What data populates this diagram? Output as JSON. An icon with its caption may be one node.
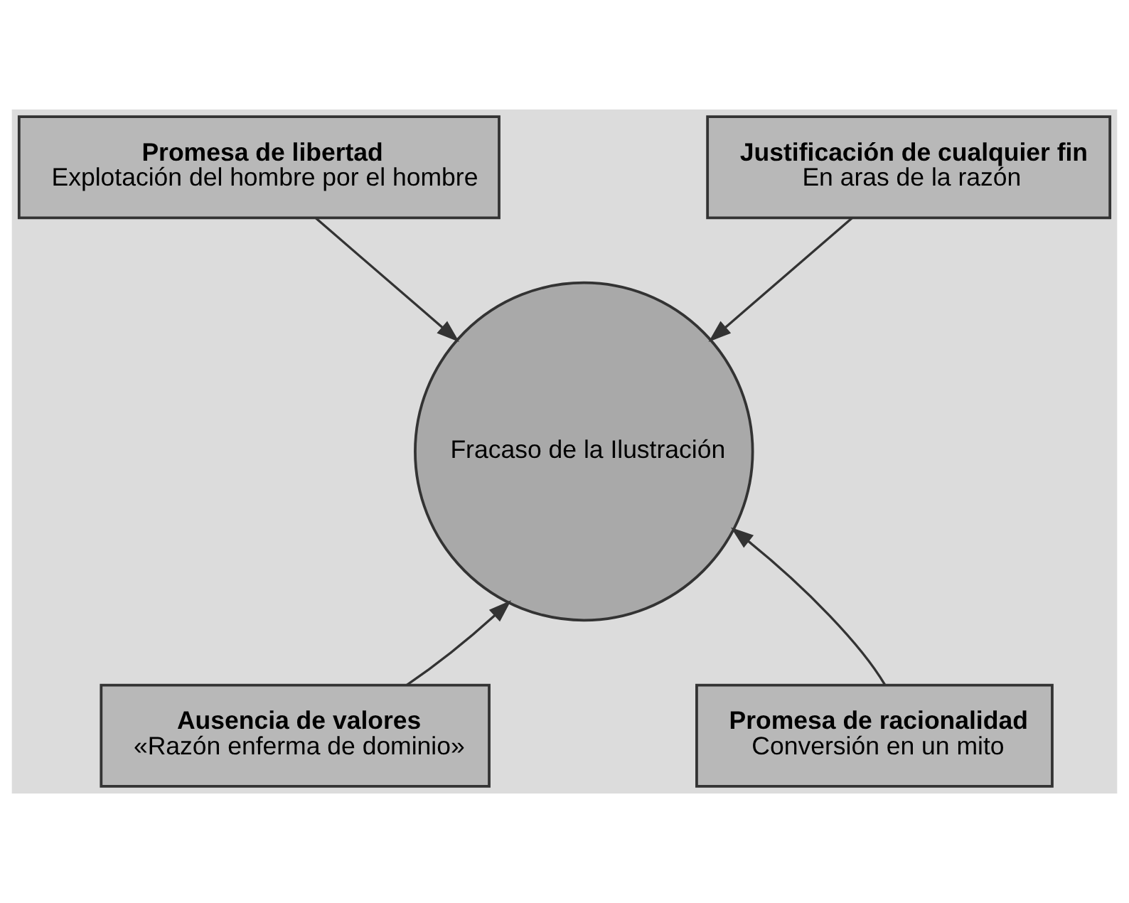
{
  "diagram": {
    "nodes": [
      {
        "text": [
          "Fracaso de la Ilustración"
        ]
      },
      {
        "text": [
          "Promesa de libertad",
          "Explotación del hombre por el hombre"
        ]
      },
      {
        "text": [
          "Justificación de cualquier fin",
          "En aras de la razón"
        ]
      },
      {
        "text": [
          "Ausencia de valores",
          "«Razón enferma de dominio»"
        ]
      },
      {
        "text": [
          "Promesa de racionalidad",
          "Conversión en un mito"
        ]
      }
    ],
    "edges": [
      {
        "from": 1,
        "to": 0,
        "arrow": "to"
      },
      {
        "from": 2,
        "to": 0,
        "arrow": "to"
      },
      {
        "from": 3,
        "to": 0,
        "arrow": "to"
      },
      {
        "from": 4,
        "to": 0,
        "arrow": "to"
      }
    ]
  }
}
